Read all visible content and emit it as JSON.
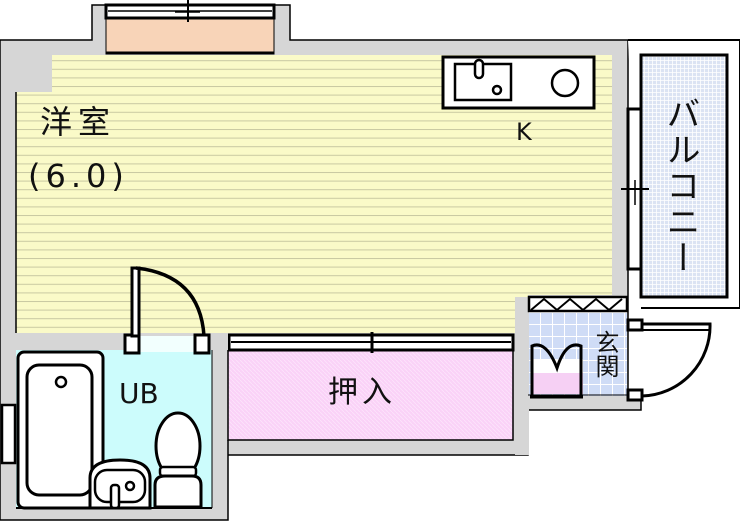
{
  "floor_plan": {
    "rooms": [
      {
        "id": "western-room",
        "label": "洋室",
        "size_label": "(6.0)",
        "fill": "#fafac8"
      },
      {
        "id": "kitchen",
        "label": "K"
      },
      {
        "id": "unit-bath",
        "label": "UB",
        "fill": "#ccfcfc"
      },
      {
        "id": "closet",
        "label": "押入",
        "fill": "#fad4f8"
      },
      {
        "id": "balcony",
        "label": "バルコニー",
        "fill": "#dce4f4"
      },
      {
        "id": "entrance",
        "label": "玄関",
        "fill": "#cfdcf6"
      }
    ],
    "fixtures": [
      "kitchen-sink",
      "stove-burner",
      "bathtub",
      "washbasin",
      "toilet",
      "shoe-cabinet",
      "window-north-bay",
      "window-balcony",
      "window-bath",
      "closet-sliding-door",
      "bathroom-door",
      "entrance-door"
    ],
    "colors": {
      "wall": "#d6d6d6",
      "outline": "#000000",
      "western_room": "#fafac8",
      "western_room_lines": "#c8c8a0",
      "bay_window": "#f8d4b8",
      "bath": "#ccfcfc",
      "closet": "#fad4f8",
      "balcony": "#dce4f4",
      "entrance": "#cfdcf6"
    }
  }
}
